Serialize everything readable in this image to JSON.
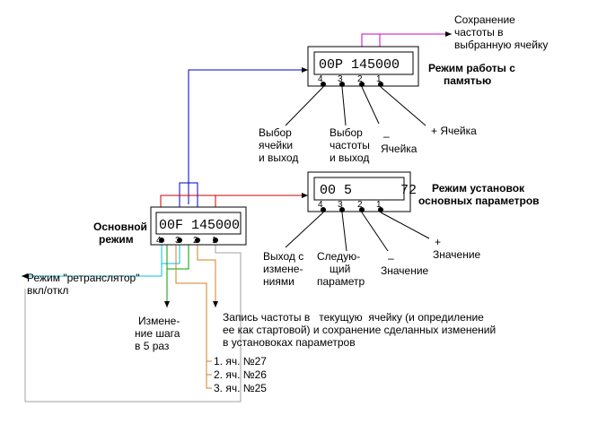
{
  "memory_mode": {
    "display": "00P 145000",
    "title_line1": "Режим работы с",
    "title_line2": "памятью",
    "pins": [
      "4",
      "3",
      "2",
      "1"
    ],
    "save_line1": "Сохранение",
    "save_line2": "частоты в",
    "save_line3": "выбранную ячейку",
    "btn4_line1": "Выбор",
    "btn4_line2": "ячейки",
    "btn4_line3": "и выход",
    "btn3_line1": "Выбор",
    "btn3_line2": "частоты",
    "btn3_line3": "и выход",
    "btn2_line1": "–",
    "btn2_line2": "Ячейка",
    "btn1": "+ Ячейка"
  },
  "settings_mode": {
    "display": "00 5      72",
    "title_line1": "Режим установок",
    "title_line2": "основных параметров",
    "pins": [
      "4",
      "3",
      "2",
      "1"
    ],
    "btn4_line1": "Выход с",
    "btn4_line2": "измене-",
    "btn4_line3": "ниями",
    "btn3_line1": "Следую-",
    "btn3_line2": "щий",
    "btn3_line3": "параметр",
    "btn2_line1": "–",
    "btn2_line2": "Значение",
    "btn1_line1": "+",
    "btn1_line2": "Значение"
  },
  "main_mode": {
    "display": "00F 145000",
    "title_line1": "Основной",
    "title_line2": "режим",
    "pins": [
      "4",
      "3",
      "2",
      "1"
    ]
  },
  "labels": {
    "relay_line1": "Режим \"ретранслятор\"",
    "relay_line2": "вкл/откл",
    "step_line1": "Измене-",
    "step_line2": "ние шага",
    "step_line3": "в 5 раз",
    "write_line1": "Запись частоты в   текущую  ячейку (и опредиление",
    "write_line2": "ее как стартовой) и сохранение сделанных изменений",
    "write_line3": "в установоках параметров",
    "cell1": "1. яч. №27",
    "cell2": "2. яч. №26",
    "cell3": "3. яч. №25"
  },
  "colors": {
    "blue": "#0000cc",
    "magenta": "#cc00cc",
    "red": "#cc0000",
    "orange": "#d08020",
    "cyan": "#00c0e0",
    "green": "#00a000",
    "gray": "#a0a0a0"
  }
}
